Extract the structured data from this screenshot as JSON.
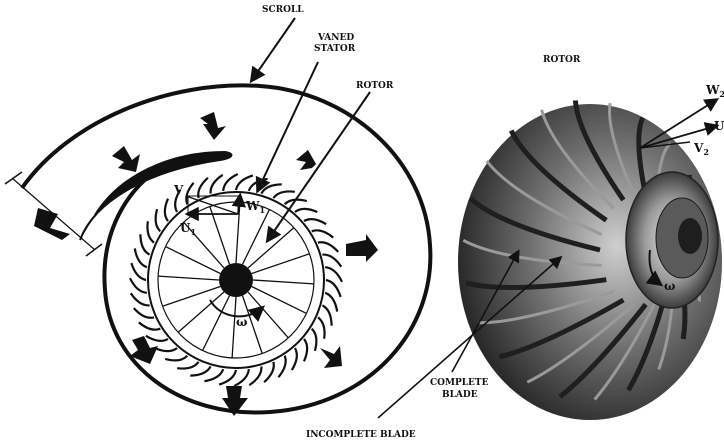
{
  "labels": {
    "scroll": "SCROLL",
    "vaned_stator_line1": "VANED",
    "vaned_stator_line2": "STATOR",
    "rotor_left": "ROTOR",
    "rotor_right": "ROTOR",
    "complete_blade_line1": "COMPLETE",
    "complete_blade_line2": "BLADE",
    "incomplete_blade": "INCOMPLETE BLADE"
  },
  "vectors": {
    "w1": "W",
    "w1_sub": "1",
    "u1": "U",
    "u1_sub": "1",
    "omega_left": "ω",
    "omega_right": "ω",
    "w2": "W",
    "w2_sub": "2",
    "u2": "U",
    "v2": "V",
    "v2_sub": "2",
    "v1": "V"
  },
  "colors": {
    "ink": "#111111",
    "photo_dark": "#2b2b2b",
    "photo_mid": "#6b6b6b",
    "photo_light": "#bdbdbd"
  }
}
